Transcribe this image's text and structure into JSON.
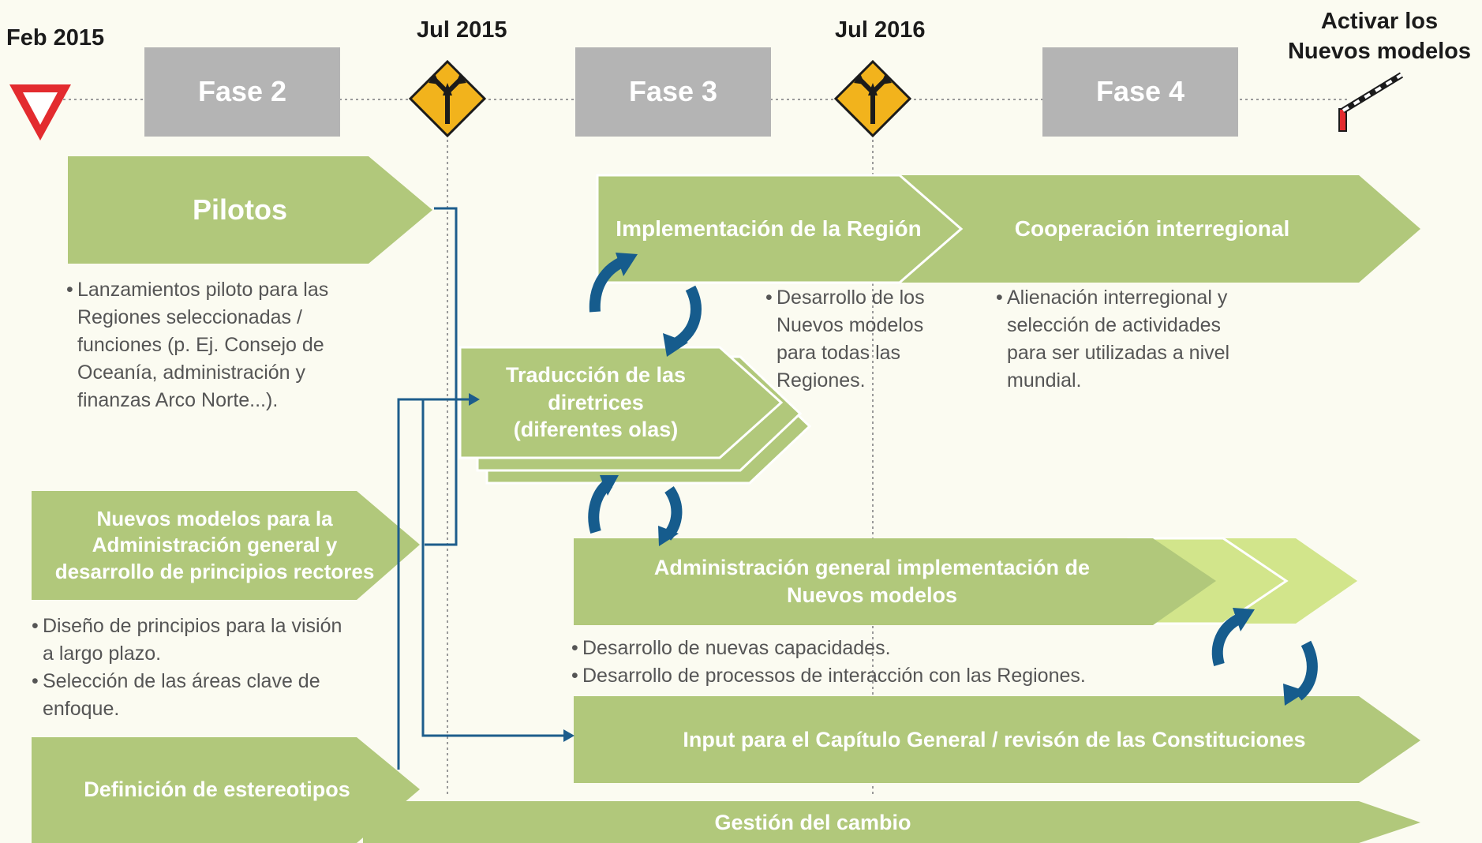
{
  "colors": {
    "background": "#fbfbf1",
    "arrow_green": "#b1c87b",
    "arrow_light_green": "#d2e58b",
    "phase_gray": "#b4b4b4",
    "connector_blue": "#1d5d8c",
    "cycle_arrow_blue": "#165c8d",
    "warning_sign_yellow": "#f2b31c",
    "yield_sign_red": "#e32b2f"
  },
  "timeline": {
    "start_label": "Feb 2015",
    "milestone_1": "Jul 2015",
    "milestone_2": "Jul 2016",
    "end_label": "Activar los Nuevos modelos",
    "phases": [
      "Fase 2",
      "Fase 3",
      "Fase 4"
    ],
    "icons": [
      "yield-sign-icon",
      "junction-sign-icon",
      "junction-sign-icon",
      "barrier-gate-icon"
    ]
  },
  "arrows": {
    "pilotos": "Pilotos",
    "implementacion": "Implementación de la Región",
    "cooperacion": "Cooperación interregional",
    "traduccion": "Traducción de las diretrices (diferentes olas)",
    "nuevos_modelos": "Nuevos modelos para la Administración general y desarrollo de principios rectores",
    "admin_general": "Administración general implementación de Nuevos modelos",
    "input_capitulo": "Input para el Capítulo General / revisón de las Constituciones",
    "estereotipos": "Definición de estereotipos",
    "gestion": "Gestión del cambio"
  },
  "notes": {
    "pilotos": [
      "Lanzamientos piloto para las Regiones seleccionadas / funciones (p. Ej. Consejo de Oceanía, administración y finanzas Arco Norte...)."
    ],
    "implementacion": [
      "Desarrollo de los Nuevos modelos para todas las Regiones."
    ],
    "cooperacion": [
      "Alienación interregional y selección de actividades para ser utilizadas a nivel mundial."
    ],
    "nuevos_modelos": [
      "Diseño de principios para la visión a largo plazo.",
      "Selección de las áreas clave de enfoque."
    ],
    "admin_general": [
      "Desarrollo de nuevas capacidades.",
      "Desarrollo de processos de interacción con las Regiones."
    ]
  }
}
